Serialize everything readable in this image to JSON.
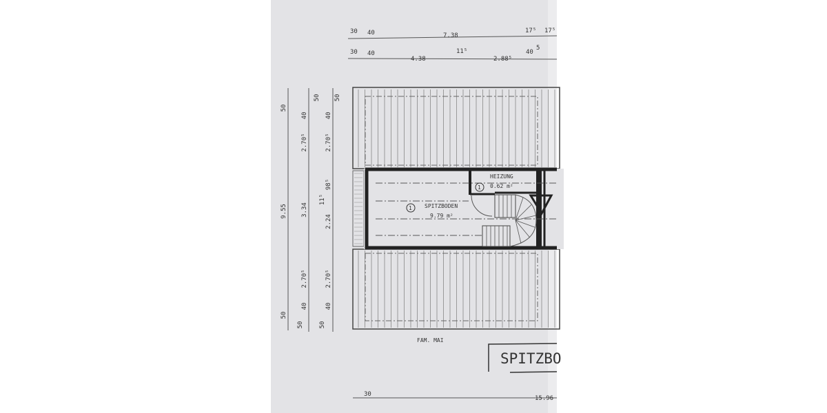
{
  "plan": {
    "client": "FAM. MAI",
    "sheet_title": "SPITZBO",
    "rooms": [
      {
        "number": "1",
        "name": "SPITZBODEN",
        "area": "9.79 m²"
      },
      {
        "number": "1",
        "name": "HEIZUNG",
        "area": "0.62 m²"
      }
    ],
    "dimensions_top_row1": [
      "30",
      "40",
      "7.38",
      "17⁵",
      "17⁵"
    ],
    "dimensions_top_row2": [
      "30",
      "40",
      "4.38",
      "11⁵",
      "2.88⁵",
      "40",
      "5"
    ],
    "dimensions_left_col1": [
      "50",
      "9.55",
      "50"
    ],
    "dimensions_left_col2": [
      "50",
      "40",
      "2.70⁵",
      "3.34",
      "2.70⁵",
      "40",
      "50"
    ],
    "dimensions_left_col3": [
      "50",
      "40",
      "2.70⁵",
      "98⁵",
      "11⁵",
      "2.24",
      "2.70⁵",
      "40",
      "50"
    ],
    "dimensions_bottom": [
      "30",
      "15.96"
    ]
  },
  "colors": {
    "paper": "#e3e3e6",
    "ink": "#2a2a2a"
  }
}
